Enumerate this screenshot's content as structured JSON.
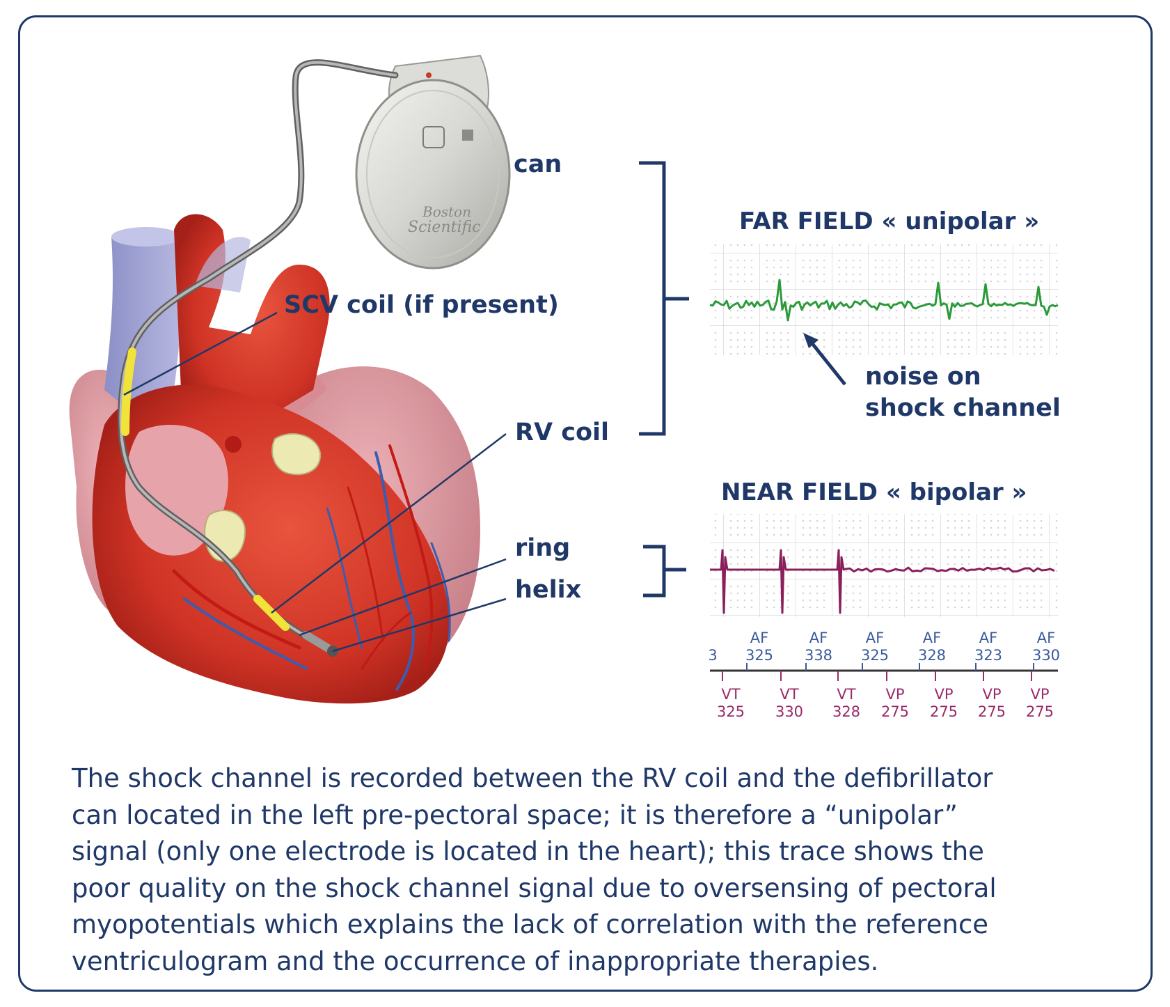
{
  "labels": {
    "can": "can",
    "scv_coil": "SCV coil (if present)",
    "rv_coil": "RV coil",
    "ring": "ring",
    "helix": "helix",
    "noise": [
      "noise on",
      "shock channel"
    ],
    "device_brand": [
      "Boston",
      "Scientific"
    ]
  },
  "far_field": {
    "title": "FAR FIELD « unipolar »"
  },
  "near_field": {
    "title": "NEAR FIELD « bipolar »"
  },
  "atrial_markers": [
    {
      "top": "",
      "bottom": "3"
    },
    {
      "top": "AF",
      "bottom": "325"
    },
    {
      "top": "AF",
      "bottom": "338"
    },
    {
      "top": "AF",
      "bottom": "325"
    },
    {
      "top": "AF",
      "bottom": "328"
    },
    {
      "top": "AF",
      "bottom": "323"
    },
    {
      "top": "AF",
      "bottom": "330"
    }
  ],
  "ventricular_markers": [
    {
      "top": "VT",
      "bottom": "325"
    },
    {
      "top": "VT",
      "bottom": "330"
    },
    {
      "top": "VT",
      "bottom": "328"
    },
    {
      "top": "VP",
      "bottom": "275"
    },
    {
      "top": "VP",
      "bottom": "275"
    },
    {
      "top": "VP",
      "bottom": "275"
    },
    {
      "top": "VP",
      "bottom": "275"
    }
  ],
  "caption_lines": [
    "The shock channel is recorded between the RV coil and the defibrillator",
    "can located in the left pre-pectoral space; it is therefore a “unipolar”",
    "signal (only one electrode is located in the heart); this trace shows the",
    "poor quality on the shock channel signal due to oversensing of pectoral",
    "myopotentials which explains the lack of correlation with the reference",
    "ventriculogram and the occurrence of inappropriate therapies."
  ],
  "colors": {
    "frame": "#1f3868",
    "far_trace": "#2a9a3a",
    "near_trace": "#8a1f5a",
    "atrial_marker": "#3a5a9a",
    "ventricular_marker": "#9a2a6a",
    "heart": "#d8372a",
    "lead_coil": "#f2e33a"
  }
}
